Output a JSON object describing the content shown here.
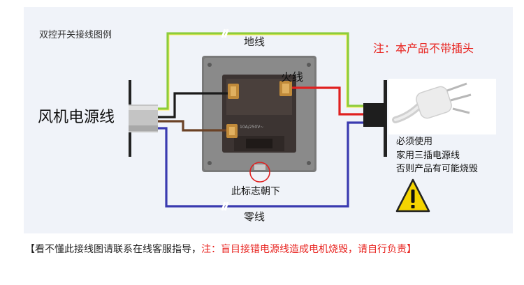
{
  "title": "双控开关接线图例",
  "labels": {
    "ground": "地线",
    "live": "火线",
    "neutral": "零线",
    "device": "风机电源线",
    "marker": "此标志朝下",
    "switch_rating": "10A/250V~"
  },
  "note": "注：本产品不带插头",
  "warning": [
    "必须使用",
    "家用三插电源线",
    "否则产品有可能烧毁"
  ],
  "footer": {
    "prefix": "【看不懂此接线图请联系在线客服指导，",
    "alert": "注：盲目接错电源线造成电机烧毁，请自行负责】"
  },
  "colors": {
    "ground_wire": "#8ccc3c",
    "live_wire": "#e02020",
    "neutral_wire": "#3a3ab0",
    "black_wire": "#1a1a1a",
    "brown_wire": "#6b4226",
    "warning_yellow": "#f5d400",
    "alert_red": "#e8231f"
  },
  "icons": [
    "power-plug-icon",
    "warning-triangle-icon",
    "terminal-screw-icon"
  ]
}
